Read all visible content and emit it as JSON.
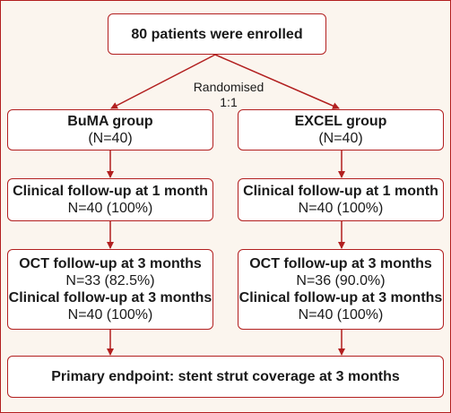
{
  "enrolled": {
    "text": "80 patients were enrolled"
  },
  "randomisation": {
    "line1": "Randomised",
    "line2": "1:1"
  },
  "arms": [
    {
      "group": "BuMA group",
      "n": "(N=40)",
      "fu1_title": "Clinical follow-up at 1 month",
      "fu1_value": "N=40 (100%)",
      "oct_title": "OCT follow-up at 3 months",
      "oct_value": "N=33 (82.5%)",
      "fu3_title": "Clinical follow-up at 3 months",
      "fu3_value": "N=40 (100%)"
    },
    {
      "group": "EXCEL group",
      "n": "(N=40)",
      "fu1_title": "Clinical follow-up at 1 month",
      "fu1_value": "N=40 (100%)",
      "oct_title": "OCT follow-up at 3 months",
      "oct_value": "N=36 (90.0%)",
      "fu3_title": "Clinical follow-up at 3 months",
      "fu3_value": "N=40 (100%)"
    }
  ],
  "endpoint": {
    "text": "Primary endpoint: stent strut coverage at 3 months"
  },
  "colors": {
    "border": "#b21f1f",
    "background": "#fbf5ee",
    "box": "#ffffff"
  }
}
